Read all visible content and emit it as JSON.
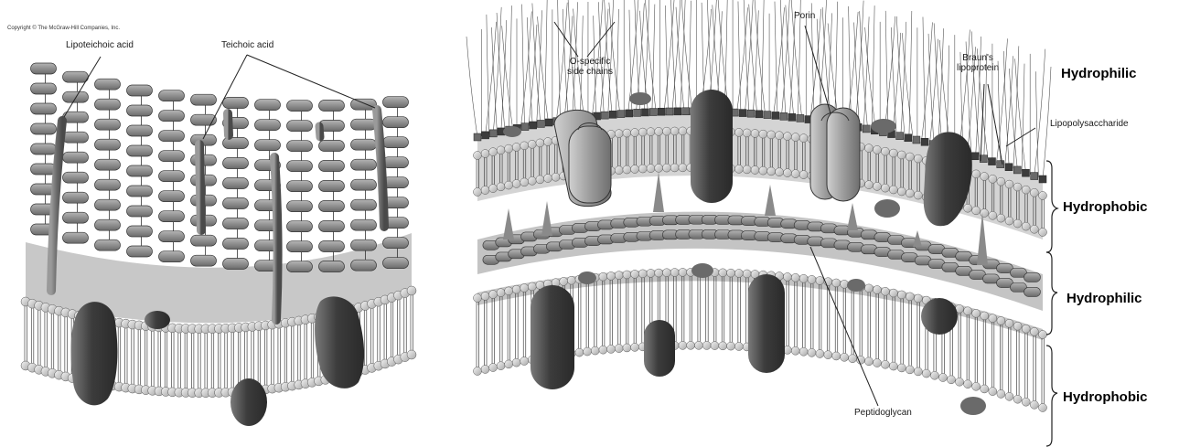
{
  "copyright": "Copyright © The McGraw-Hill Companies, Inc.",
  "left_panel": {
    "labels": {
      "lipoteichoic_acid": "Lipoteichoic acid",
      "teichoic_acid": "Teichoic acid"
    }
  },
  "right_panel": {
    "labels": {
      "o_specific_line1": "O-specific",
      "o_specific_line2": "side chains",
      "porin": "Porin",
      "brauns_line1": "Braun's",
      "brauns_line2": "lipoprotein",
      "lipopolysaccharide": "Lipopolysaccharide",
      "peptidoglycan": "Peptidoglycan"
    },
    "regions": [
      "Hydrophilic",
      "Hydrophobic",
      "Hydrophilic",
      "Hydrophobic"
    ]
  },
  "colors": {
    "background": "#ffffff",
    "membrane_gray": "#c8c8c8",
    "protein_dark": "#4a4a4a",
    "bead_light": "#e2e2e2",
    "line": "#222222"
  }
}
